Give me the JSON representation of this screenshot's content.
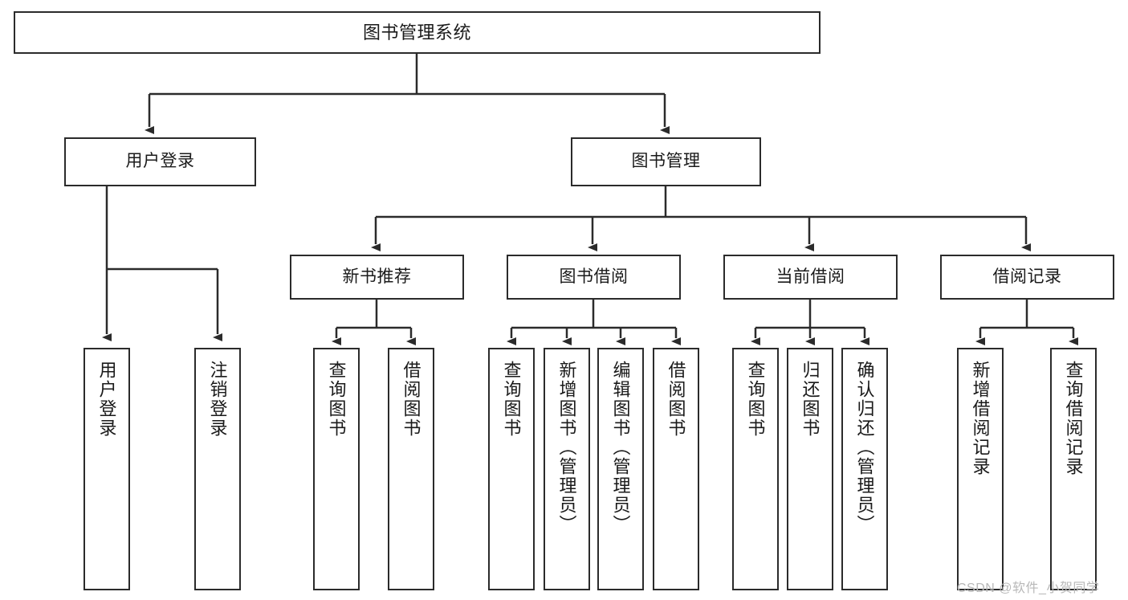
{
  "diagram": {
    "title": "图书管理系统",
    "type": "hierarchy-tree",
    "watermark": "CSDN @软件_小贺同学",
    "colors": {
      "border": "#2b2b2b",
      "fill": "#ffffff",
      "text": "#1a1a1a",
      "connector": "#2b2b2b",
      "watermark": "#b8b8b8"
    },
    "nodes": {
      "root": {
        "label": "图书管理系统"
      },
      "level2": [
        {
          "label": "用户登录"
        },
        {
          "label": "图书管理"
        }
      ],
      "level3": [
        {
          "label": "新书推荐"
        },
        {
          "label": "图书借阅"
        },
        {
          "label": "当前借阅"
        },
        {
          "label": "借阅记录"
        }
      ],
      "leaves": {
        "user_login": [
          {
            "label": "用户登录"
          },
          {
            "label": "注销登录"
          }
        ],
        "new_book_recommend": [
          {
            "label": "查询图书"
          },
          {
            "label": "借阅图书"
          }
        ],
        "book_borrow": [
          {
            "label": "查询图书"
          },
          {
            "label": "新增图书（管理员）"
          },
          {
            "label": "编辑图书（管理员）"
          },
          {
            "label": "借阅图书"
          }
        ],
        "current_borrow": [
          {
            "label": "查询图书"
          },
          {
            "label": "归还图书"
          },
          {
            "label": "确认归还（管理员）"
          }
        ],
        "borrow_records": [
          {
            "label": "新增借阅记录"
          },
          {
            "label": "查询借阅记录"
          }
        ]
      }
    }
  }
}
